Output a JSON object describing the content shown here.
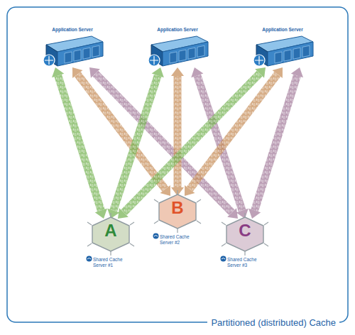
{
  "diagram": {
    "caption": "Partitioned (distributed) Cache",
    "nodes": [
      {
        "text": [
          "Application Server"
        ]
      },
      {
        "text": [
          "Application Server"
        ]
      },
      {
        "text": [
          "Application Server"
        ]
      },
      {
        "text": [
          "A",
          "Shared Cache Server #1"
        ]
      },
      {
        "text": [
          "B",
          "Shared Cache Server #2"
        ]
      },
      {
        "text": [
          "C",
          "Shared Cache Server #3"
        ]
      }
    ],
    "edges": [
      {
        "from": 0,
        "to": 3,
        "arrow": "both"
      },
      {
        "from": 0,
        "to": 4,
        "arrow": "both"
      },
      {
        "from": 0,
        "to": 5,
        "arrow": "both"
      },
      {
        "from": 1,
        "to": 3,
        "arrow": "both"
      },
      {
        "from": 1,
        "to": 4,
        "arrow": "both"
      },
      {
        "from": 1,
        "to": 5,
        "arrow": "both"
      },
      {
        "from": 2,
        "to": 3,
        "arrow": "both"
      },
      {
        "from": 2,
        "to": 4,
        "arrow": "both"
      },
      {
        "from": 2,
        "to": 5,
        "arrow": "both"
      }
    ]
  }
}
